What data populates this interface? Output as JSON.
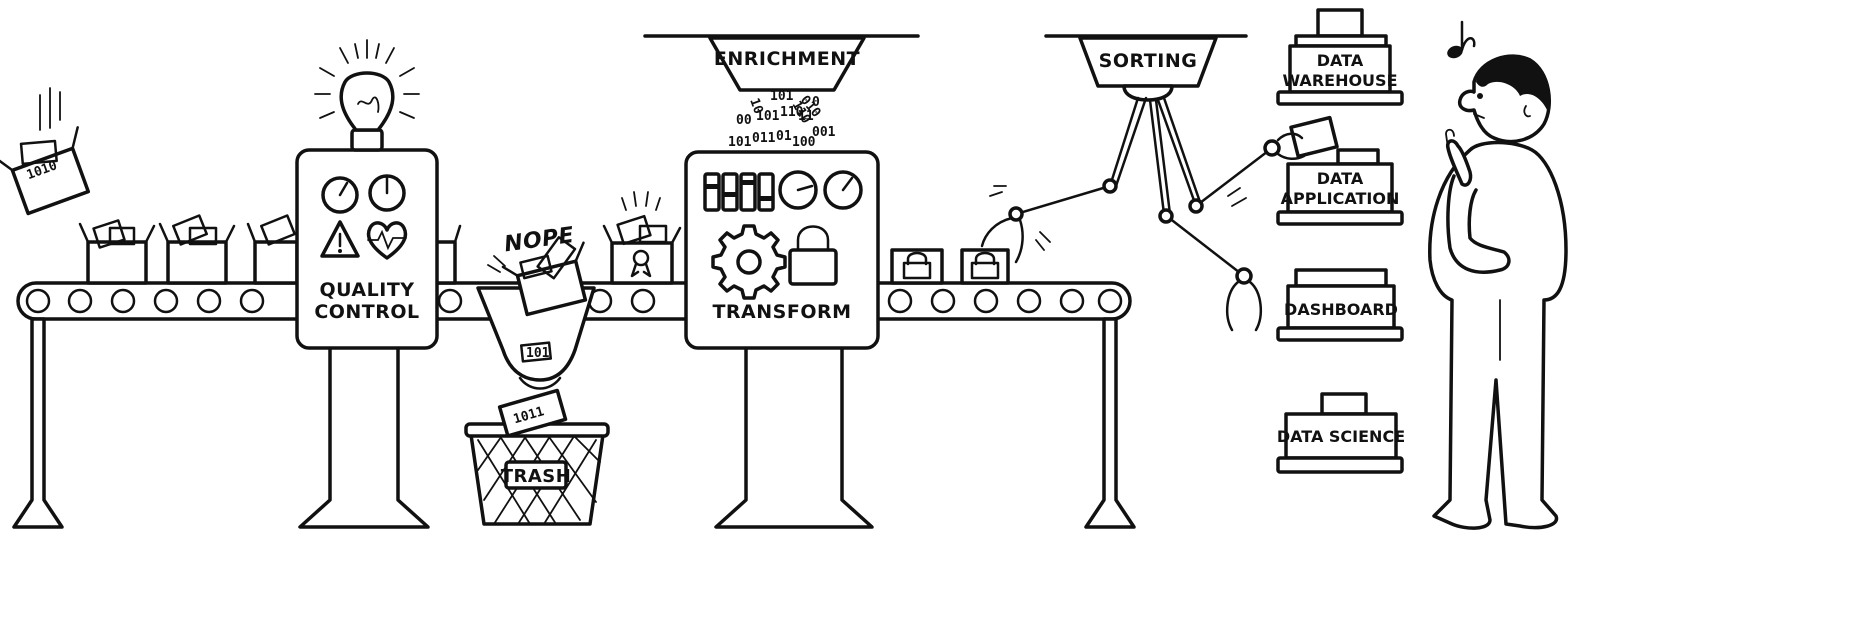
{
  "labels": {
    "quality_control_1": "QUALITY",
    "quality_control_2": "CONTROL",
    "enrichment": "ENRICHMENT",
    "transform": "TRANSFORM",
    "sorting": "SORTING",
    "nope": "NOPE",
    "trash": "TRASH",
    "warehouse_1": "DATA",
    "warehouse_2": "WAREHOUSE",
    "application_1": "DATA",
    "application_2": "APPLICATION",
    "dashboard": "DASHBOARD",
    "data_science": "DATA SCIENCE"
  },
  "binary": {
    "falling_box": "1010",
    "box_tag": "101",
    "trash_box": "1011",
    "stream_1": "10",
    "stream_2": "101",
    "stream_3": "110",
    "stream_4": "00",
    "stream_5": "011",
    "stream_6": "01",
    "stream_7": "100",
    "stream_8": "001",
    "stream_9": "0",
    "stream_10": "010",
    "stream_11": "11"
  },
  "icons": [
    "lightbulb-icon",
    "gauge-icon",
    "warning-icon",
    "heart-rate-icon",
    "gear-icon",
    "padlock-icon",
    "ribbon-icon",
    "music-note-icon"
  ]
}
